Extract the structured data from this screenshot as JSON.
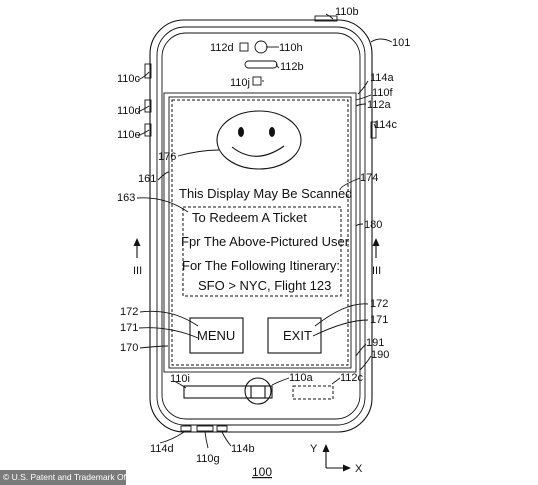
{
  "screen_text": {
    "line1": "This Display May Be Scanned",
    "line2": "To Redeem A Ticket",
    "line3": "Fpr The Above-Pictured User",
    "line4": "For The Following Itinerary:",
    "line5": "SFO > NYC, Flight 123"
  },
  "buttons": {
    "menu": "MENU",
    "exit": "EXIT"
  },
  "labels": {
    "l110b": "110b",
    "l101": "101",
    "l112d": "112d",
    "l110h": "110h",
    "l112b": "112b",
    "l110c": "110c",
    "l110j": "110j",
    "l114a": "114a",
    "l110f": "110f",
    "l112a": "112a",
    "l110d": "110d",
    "l114c": "114c",
    "l110e": "110e",
    "l176": "176",
    "l174": "174",
    "l161": "161",
    "l163": "163",
    "l180": "180",
    "l172a": "172",
    "l172b": "172",
    "l171a": "171",
    "l171b": "171",
    "l170": "170",
    "l191": "191",
    "l190": "190",
    "l110i": "110i",
    "l110a": "110a",
    "l112c": "112c",
    "l114d": "114d",
    "l110g": "110g",
    "l114b": "114b",
    "l100": "100",
    "section_left": "III",
    "section_right": "III",
    "axis_y": "Y",
    "axis_x": "X"
  },
  "credit": "© U.S. Patent and Trademark Office"
}
